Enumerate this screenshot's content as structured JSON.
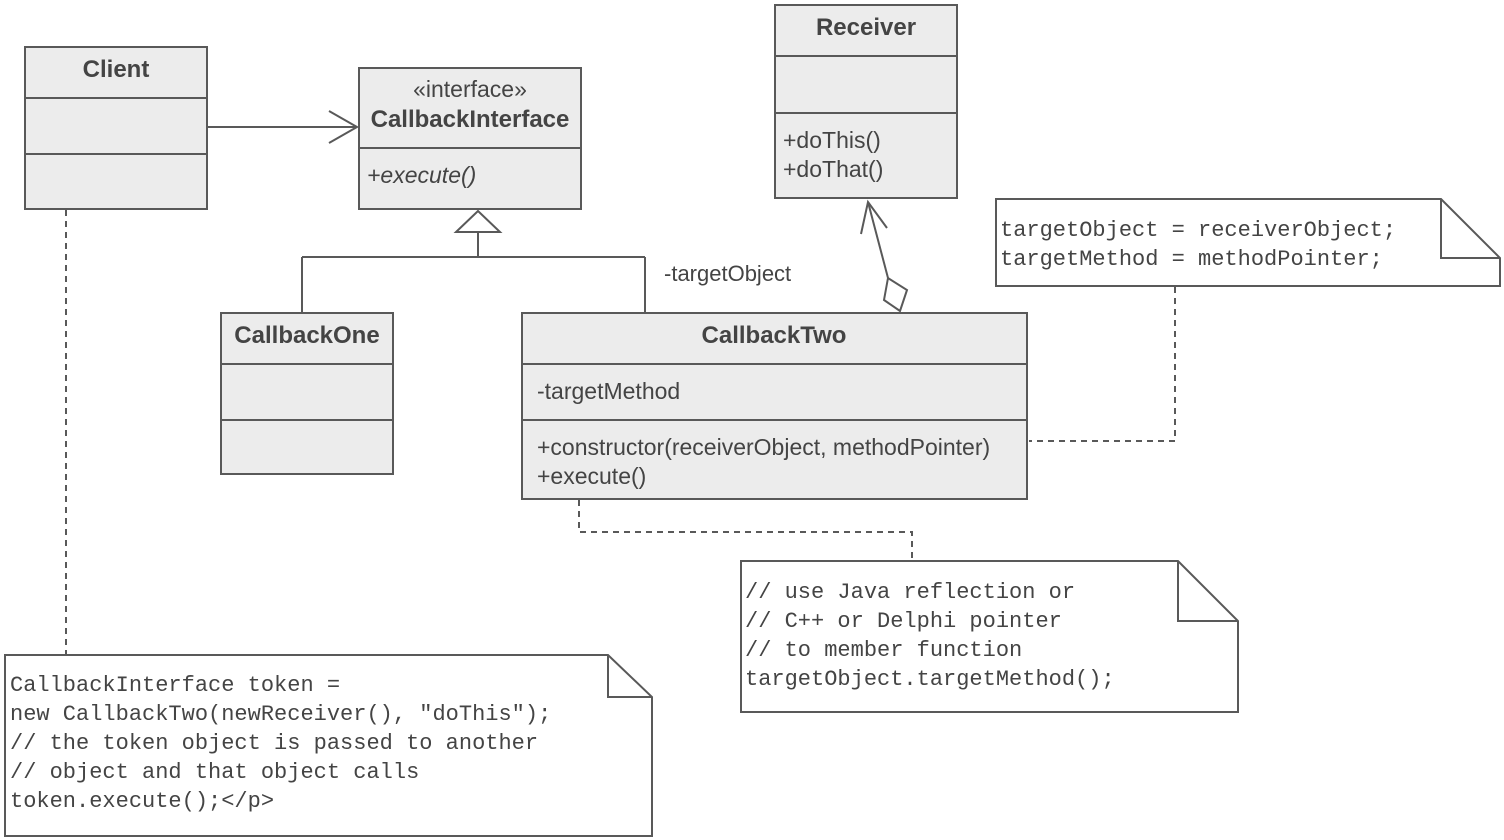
{
  "classes": {
    "client": {
      "name": "Client"
    },
    "callback_interface": {
      "stereotype": "«interface»",
      "name": "CallbackInterface",
      "operations": [
        "+execute()"
      ]
    },
    "receiver": {
      "name": "Receiver",
      "operations": [
        "+doThis()",
        "+doThat()"
      ]
    },
    "callback_one": {
      "name": "CallbackOne"
    },
    "callback_two": {
      "name": "CallbackTwo",
      "attributes": [
        "-targetMethod"
      ],
      "operations": [
        "+constructor(receiverObject, methodPointer)",
        "+execute()"
      ]
    }
  },
  "association_label": "-targetObject",
  "notes": {
    "target_assign": [
      "targetObject = receiverObject;",
      "targetMethod = methodPointer;"
    ],
    "reflection": [
      "// use Java reflection or",
      "// C++ or Delphi pointer",
      "// to member function",
      "targetObject.targetMethod();"
    ],
    "client_usage": [
      "CallbackInterface token =",
      "new CallbackTwo(newReceiver(), \"doThis\");",
      "// the token object is passed to another",
      "// object and that object calls",
      "token.execute();</p>"
    ]
  }
}
